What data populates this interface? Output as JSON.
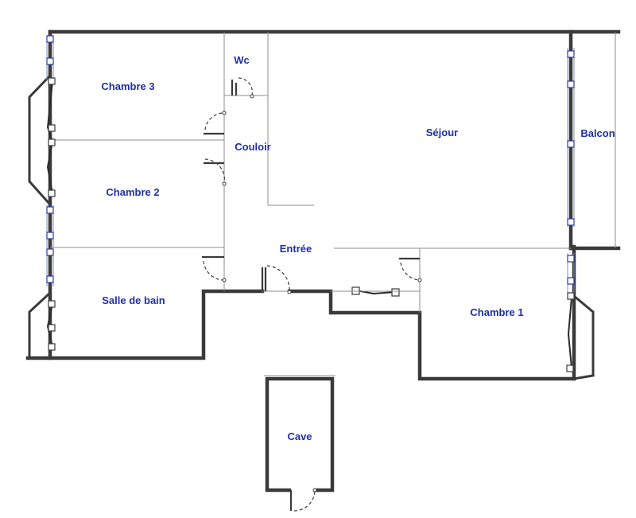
{
  "colors": {
    "label": "#1f2fa6",
    "wall": "#3a3a3a",
    "partition": "#8c8c8c",
    "window_frame": "#7f8fbf",
    "background": "#ffffff"
  },
  "rooms": {
    "chambre3": "Chambre 3",
    "wc": "Wc",
    "sejour": "Séjour",
    "balcon": "Balcon",
    "couloir": "Couloir",
    "chambre2": "Chambre 2",
    "entree": "Entrée",
    "salle_de_bain": "Salle de bain",
    "chambre1": "Chambre 1",
    "cave": "Cave"
  }
}
